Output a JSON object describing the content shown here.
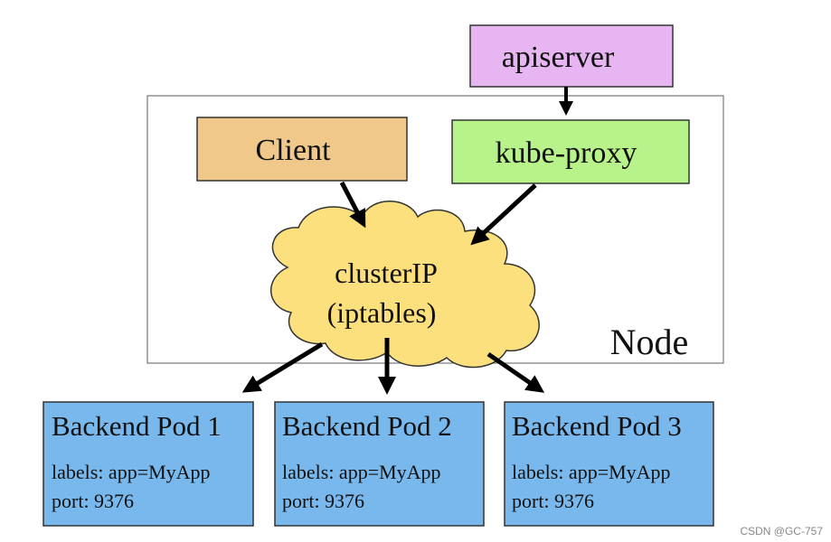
{
  "nodes": {
    "apiserver": {
      "label": "apiserver",
      "color": "#e7b6f2"
    },
    "client": {
      "label": "Client",
      "color": "#f0c98a"
    },
    "kube_proxy": {
      "label": "kube-proxy",
      "color": "#b8f28a"
    },
    "cluster_ip": {
      "line1": "clusterIP",
      "line2": "(iptables)",
      "color": "#fce07e"
    },
    "node": {
      "label": "Node"
    },
    "pods": [
      {
        "title": "Backend Pod 1",
        "labels": "labels: app=MyApp",
        "port": "port: 9376"
      },
      {
        "title": "Backend Pod 2",
        "labels": "labels: app=MyApp",
        "port": "port: 9376"
      },
      {
        "title": "Backend Pod 3",
        "labels": "labels: app=MyApp",
        "port": "port: 9376"
      }
    ],
    "pod_color": "#79b8ec"
  },
  "watermark": "CSDN @GC-757"
}
